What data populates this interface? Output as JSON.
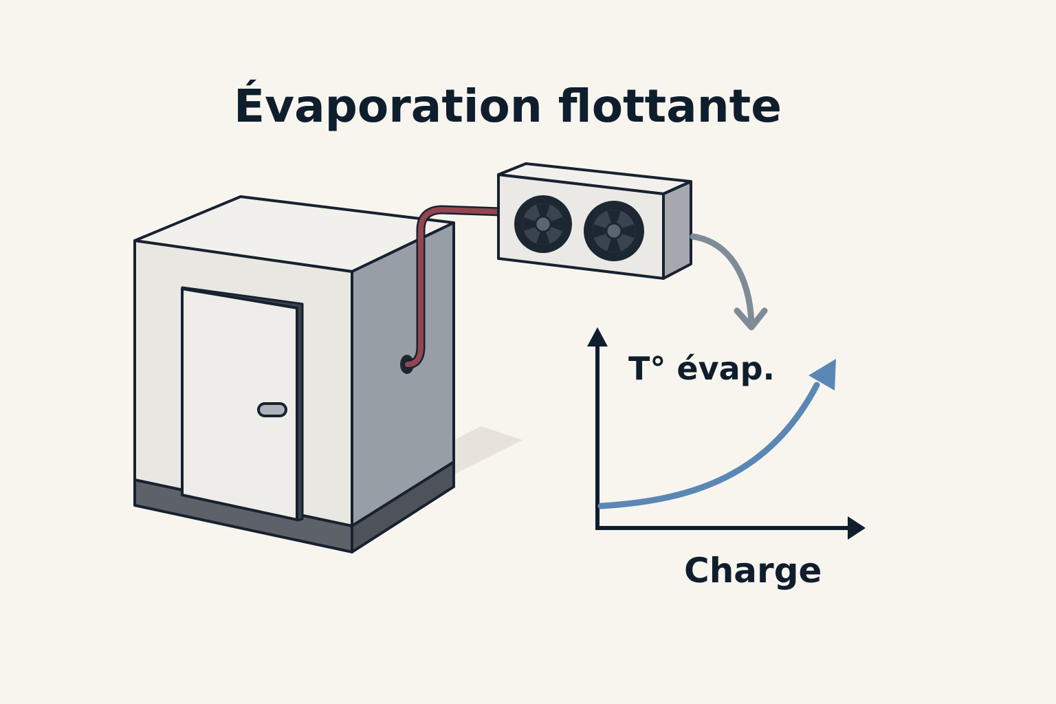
{
  "title": "Évaporation flottante",
  "graph": {
    "y_axis_label": "T° évap.",
    "x_axis_label": "Charge",
    "curve_trend": "increasing"
  },
  "colors": {
    "background": "#f8f5ef",
    "outline": "#172230",
    "room_front": "#e9e7e2",
    "room_side": "#989ea6",
    "room_base": "#5d6168",
    "pipe": "#934650",
    "fan_dark": "#1d2732",
    "curve": "#5b87b6",
    "flow_arrow": "#7f8c98"
  },
  "icons": {
    "cold_room": "cold-room-icon",
    "condenser": "condensing-unit-icon",
    "fan": "fan-icon"
  }
}
